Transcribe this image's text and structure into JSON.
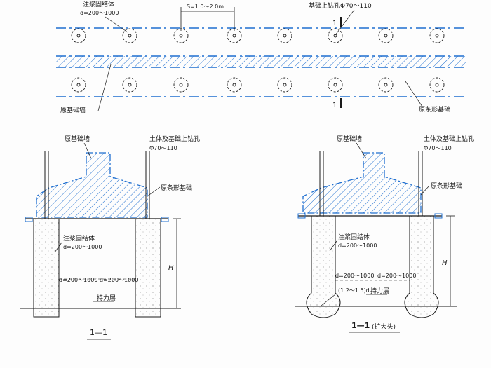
{
  "plan": {
    "grout_body": "注浆固结体",
    "grout_d": "d=200～1000",
    "spacing": "S=1.0～2.0m",
    "drill_hole": "基础上钻孔Φ70～110",
    "section_mark": "1",
    "wall": "原基础墙",
    "strip": "原条形基础"
  },
  "left": {
    "wall": "原基础墙",
    "drill_hole": "土体及基础上钻孔",
    "drill_d": "Φ70～110",
    "strip": "原条形基础",
    "grout_body": "注浆固结体",
    "grout_d": "d=200～1000",
    "d_left": "d=200～1000",
    "d_right": "d=200～1000",
    "bearing": "持力层",
    "H": "H",
    "caption": "1—1"
  },
  "right": {
    "wall": "原基础墙",
    "drill_hole": "土体及基础上钻孔",
    "drill_d": "Φ70～110",
    "strip": "原条形基础",
    "grout_body": "注浆固结体",
    "grout_d": "d=200～1000",
    "d_left": "d=200～1000",
    "d_right": "d=200～1000",
    "enlarge": "(1.2～1.5)d",
    "bearing": "持力层",
    "H": "H",
    "caption": "1—1",
    "caption_sub": "(扩大头)"
  },
  "colors": {
    "hatch": "#1f6fd0",
    "line": "#1a1a1a"
  }
}
